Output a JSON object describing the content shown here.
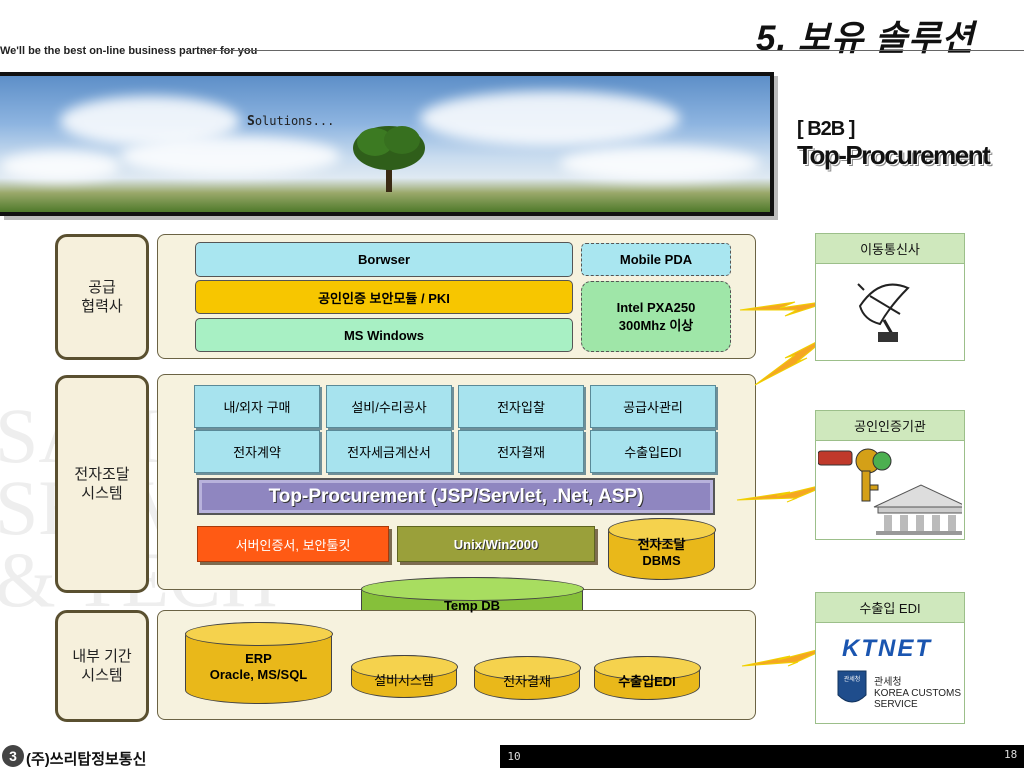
{
  "header": {
    "slide_title": "5. 보유 솔루션",
    "slogan": "We'll be the best on-line business partner for you"
  },
  "banner": {
    "solutions_first": "S",
    "solutions_rest": "olutions..."
  },
  "heading": {
    "b2b_label": "[ B2B ]",
    "title": "Top-Procurement"
  },
  "sections": {
    "supplier": "공급\n협력사",
    "procurement": "전자조달\n시스템",
    "internal": "내부 기간\n시스템"
  },
  "supplier_panel": {
    "browser": "Borwser",
    "pki": "공인인증 보안모듈 / PKI",
    "windows": "MS Windows",
    "mobile": "Mobile PDA",
    "intel_line1": "Intel PXA250",
    "intel_line2": "300Mhz 이상"
  },
  "procurement_panel": {
    "cells": [
      "내/외자 구매",
      "설비/수리공사",
      "전자입찰",
      "공급사관리",
      "전자계약",
      "전자세금계산서",
      "전자결재",
      "수출입EDI"
    ],
    "platform": "Top-Procurement (JSP/Servlet, .Net, ASP)",
    "security": "서버인증서, 보안툴킷",
    "unix": "Unix/Win2000",
    "dbms": "전자조달\nDBMS"
  },
  "temp_db": "Temp DB",
  "internal_panel": {
    "erp": "ERP\nOracle, MS/SQL",
    "facility": "설비시스템",
    "approval": "전자결재",
    "edi": "수출입EDI"
  },
  "right_boxes": {
    "mobile_carrier": "이동통신사",
    "cert_authority": "공인인증기관",
    "edi_header": "수출입 EDI",
    "ktnet": "KTNET",
    "customs_kr": "관세청",
    "customs_en1": "KOREA CUSTOMS",
    "customs_en2": "SERVICE",
    "seal_text": "관세청"
  },
  "footer": {
    "logo_char": "3",
    "company": "(주)쓰리탑정보통신",
    "page": "10",
    "total": "18"
  },
  "colors": {
    "browser": "#a9e6f0",
    "pki": "#f7c600",
    "windows": "#a8f0c4",
    "mobile": "#9fe6a8",
    "platform": "#8f86c0",
    "security": "#ff5a14",
    "unix": "#9aa03a",
    "cylinder": "#e9b81a",
    "tempdb": "#86c03a"
  }
}
